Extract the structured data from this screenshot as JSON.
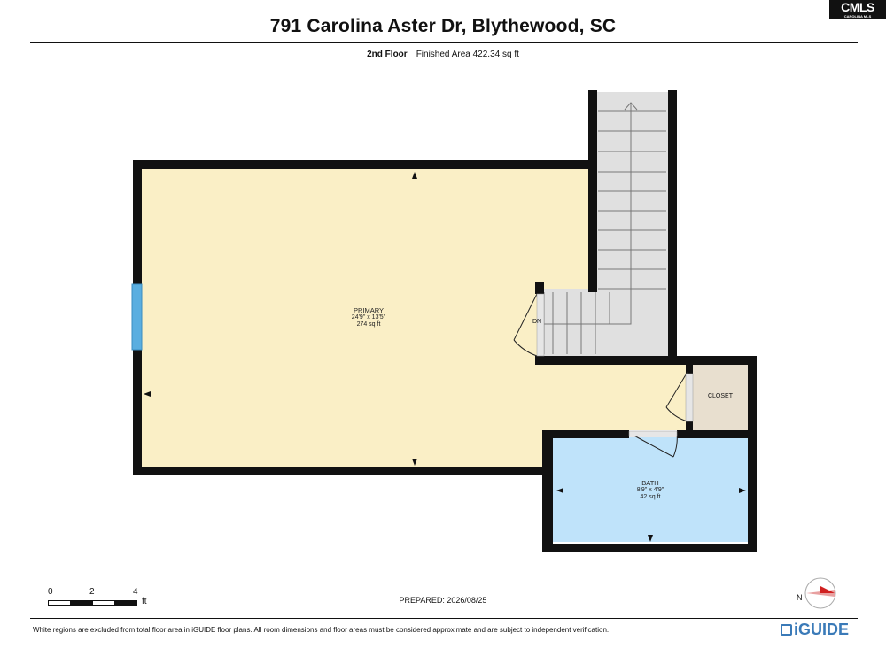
{
  "header": {
    "address": "791 Carolina Aster Dr, Blythewood, SC",
    "floor": "2nd Floor",
    "area": "Finished Area 422.34 sq ft"
  },
  "logo": {
    "text": "CMLS",
    "tagline": "CAROLINA MLS"
  },
  "rooms": {
    "primary": {
      "name": "PRIMARY",
      "dims": "24'9\" x 13'5\"",
      "area": "274 sq ft"
    },
    "bath": {
      "name": "BATH",
      "dims": "8'9\" x 4'9\"",
      "area": "42 sq ft"
    },
    "closet": {
      "name": "CLOSET"
    },
    "stairs": {
      "label": "DN"
    }
  },
  "scale": {
    "ticks": [
      "0",
      "2",
      "4"
    ],
    "unit": "ft"
  },
  "prepared": "PREPARED: 2026/08/25",
  "compass": {
    "label": "N"
  },
  "footer": {
    "disclaimer": "White regions are excluded from total floor area in iGUIDE floor plans. All room dimensions and floor areas must be considered approximate and are subject to independent verification.",
    "brand": "iGUIDE"
  },
  "colors": {
    "primary_fill": "#faefc6",
    "bath_fill": "#bfe3fa",
    "closet_fill": "#e8dfcf",
    "stairs_fill": "#e0e0e0",
    "wall": "#111111",
    "window": "#5aaee0"
  }
}
